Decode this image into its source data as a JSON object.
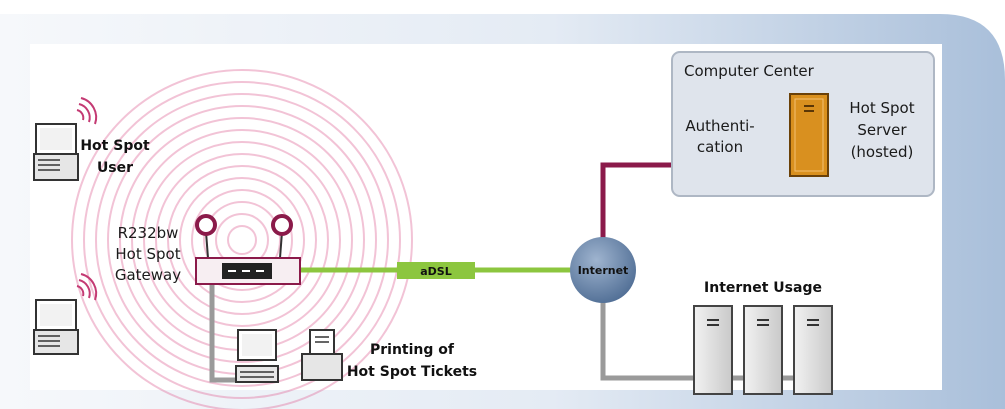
{
  "labels": {
    "hotspot_user": [
      "Hot Spot",
      "User"
    ],
    "gateway": [
      "R232bw",
      "Hot Spot",
      "Gateway"
    ],
    "adsl": "aDSL",
    "internet": "Internet",
    "internet_usage": "Internet Usage",
    "computer_center": "Computer Center",
    "authentication": [
      "Authenti-",
      "cation"
    ],
    "hotspot_server": [
      "Hot Spot",
      "Server",
      "(hosted)"
    ],
    "printing": [
      "Printing of",
      "Hot Spot Tickets"
    ]
  },
  "colors": {
    "frame_gradient_start": "#f2f5fa",
    "frame_gradient_end": "#a9bfda",
    "panel_bg": "#dfe4ec",
    "green_link": "#8cc63f",
    "maroon_link": "#8b1a4a",
    "gray_link": "#9a9a9a",
    "internet_node": "#5f7fa6",
    "server_orange": "#d9901f",
    "rings": "#d65a8a"
  }
}
